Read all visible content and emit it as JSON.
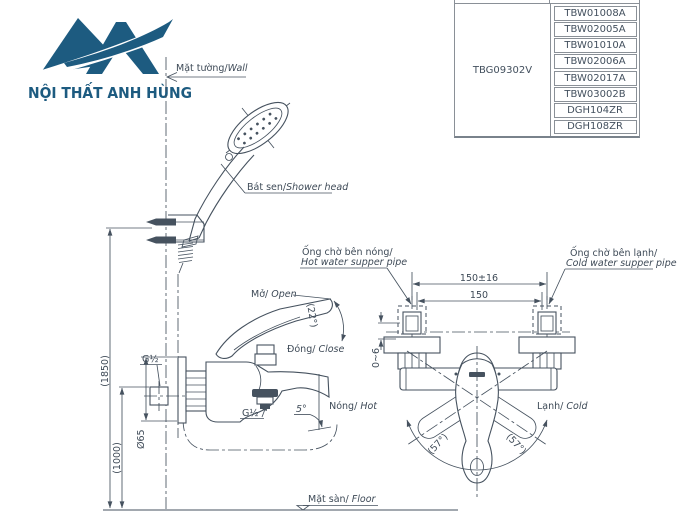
{
  "colors": {
    "brand": "#1d5b80",
    "line": "#46525f",
    "text": "#3e4a57",
    "table_border": "#8a9097"
  },
  "brand": {
    "name": "NỘI THẤT ANH HÙNG"
  },
  "table": {
    "main_code": "TBG09302V",
    "codes": [
      "TBW01008A",
      "TBW02005A",
      "TBW01010A",
      "TBW02006A",
      "TBW02017A",
      "TBW03002B",
      "DGH104ZR",
      "DGH108ZR"
    ]
  },
  "side_view": {
    "wall_vi": "Mặt tường/",
    "wall_en": "Wall",
    "shower_vi": "Bát sen/",
    "shower_en": "Shower head",
    "open_vi": "Mở/ ",
    "open_en": "Open",
    "close_vi": "Đóng/ ",
    "close_en": "Close",
    "open_angle": "(22°)",
    "g_wall": "G½",
    "g_outlet": "G½",
    "flange_dia": "Ø65",
    "spout_angle": "5°",
    "h_total": "(1850)",
    "h_faucet": "(1000)",
    "floor_vi": "Mặt sàn/ ",
    "floor_en": "Floor"
  },
  "front_view": {
    "hot_pipe_vi": "Ống chờ bên nóng/",
    "hot_pipe_en": "Hot water supper pipe",
    "cold_pipe_vi": "Ống chờ bên lạnh/",
    "cold_pipe_en": "Cold water supper pipe",
    "span_tol": "150±16",
    "span": "150",
    "wall_gap": "0~6",
    "hot_vi": "Nóng/ ",
    "hot_en": "Hot",
    "cold_vi": "Lạnh/ ",
    "cold_en": "Cold",
    "swing_left": "(57°)",
    "swing_right": "(57°)"
  }
}
